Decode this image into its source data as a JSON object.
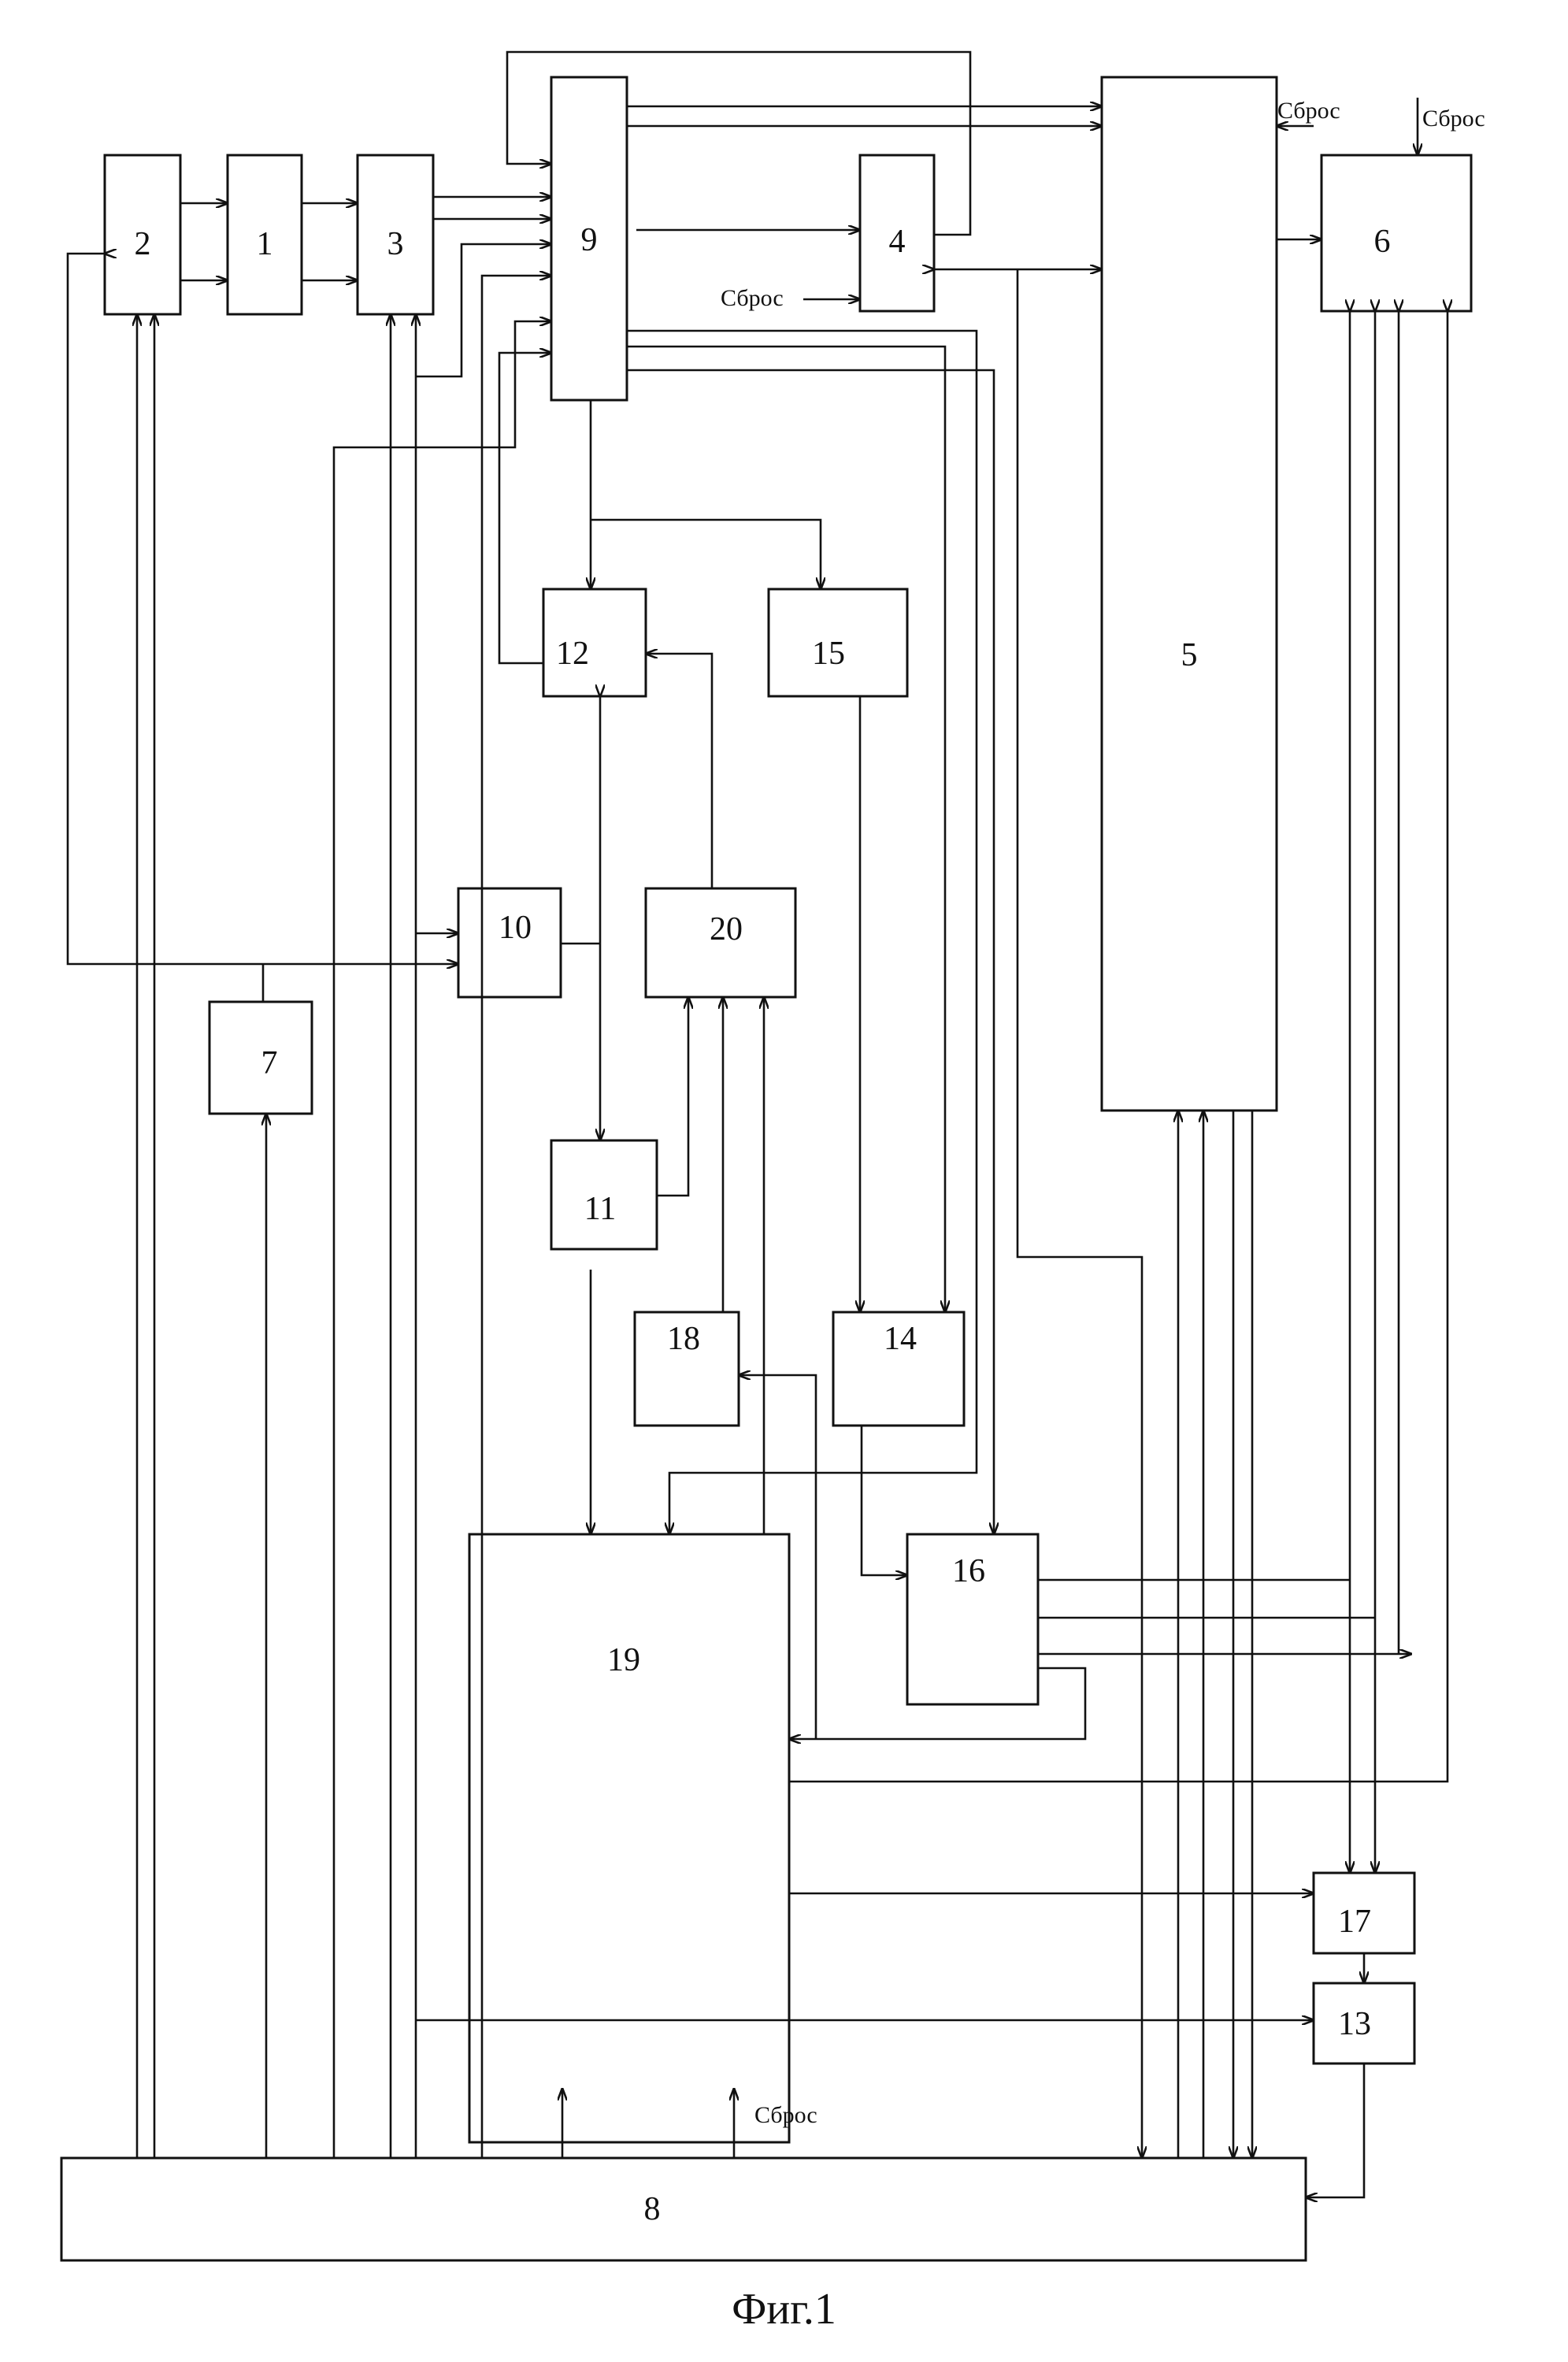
{
  "diagram": {
    "blocks": [
      {
        "id": "b1",
        "label": "1"
      },
      {
        "id": "b2",
        "label": "2"
      },
      {
        "id": "b3",
        "label": "3"
      },
      {
        "id": "b4",
        "label": "4"
      },
      {
        "id": "b5",
        "label": "5"
      },
      {
        "id": "b6",
        "label": "6"
      },
      {
        "id": "b7",
        "label": "7"
      },
      {
        "id": "b8",
        "label": "8"
      },
      {
        "id": "b9",
        "label": "9"
      },
      {
        "id": "b10",
        "label": "10"
      },
      {
        "id": "b11",
        "label": "11"
      },
      {
        "id": "b12",
        "label": "12"
      },
      {
        "id": "b13",
        "label": "13"
      },
      {
        "id": "b14",
        "label": "14"
      },
      {
        "id": "b15",
        "label": "15"
      },
      {
        "id": "b16",
        "label": "16"
      },
      {
        "id": "b17",
        "label": "17"
      },
      {
        "id": "b18",
        "label": "18"
      },
      {
        "id": "b19",
        "label": "19"
      },
      {
        "id": "b20",
        "label": "20"
      }
    ],
    "reset_label": "Сброс"
  },
  "caption": "Фиг.1"
}
